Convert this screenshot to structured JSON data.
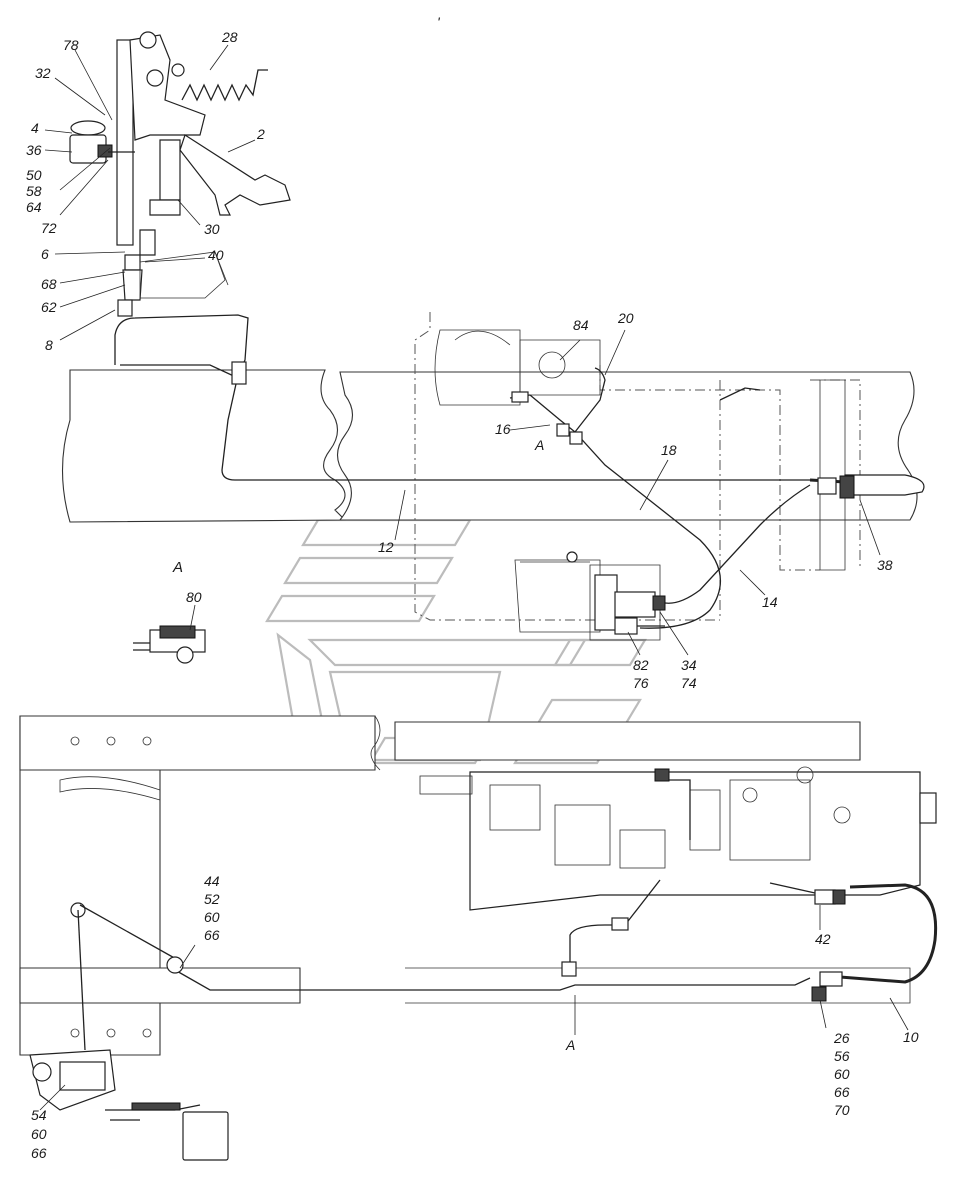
{
  "top_mark": "'",
  "callouts": {
    "c78": "78",
    "c28": "28",
    "c32": "32",
    "c4": "4",
    "c2": "2",
    "c36": "36",
    "c50": "50",
    "c58": "58",
    "c64": "64",
    "c72": "72",
    "c30": "30",
    "c6": "6",
    "c40": "40",
    "c68": "68",
    "c62": "62",
    "c8": "8",
    "c84": "84",
    "c20": "20",
    "c16": "16",
    "cA1": "A",
    "c18": "18",
    "c12": "12",
    "c38": "38",
    "c14": "14",
    "cA_view": "A",
    "c80": "80",
    "c82": "82",
    "c76": "76",
    "c34": "34",
    "c74": "74",
    "c44": "44",
    "c52": "52",
    "c60a": "60",
    "c66a": "66",
    "c42": "42",
    "c10": "10",
    "cA2": "A",
    "c26": "26",
    "c56": "56",
    "c60b": "60",
    "c66b": "66",
    "c70": "70",
    "c54": "54",
    "c60c": "60",
    "c66c": "66"
  },
  "colors": {
    "line": "#222222",
    "frame_fill": "#ffffff",
    "watermark": "#bcbcbc"
  }
}
